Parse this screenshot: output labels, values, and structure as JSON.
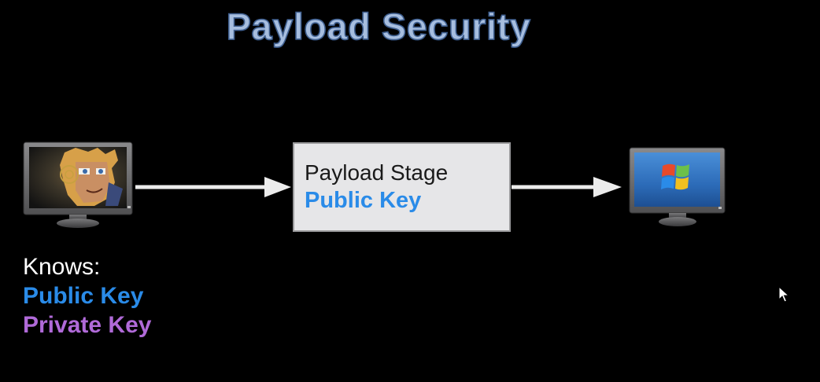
{
  "slide": {
    "title": "Payload Security"
  },
  "payload_box": {
    "line1": "Payload Stage",
    "line2": "Public Key"
  },
  "knows": {
    "heading": "Knows:",
    "items": [
      {
        "label": "Public Key"
      },
      {
        "label": "Private Key"
      }
    ]
  },
  "colors": {
    "background": "#000000",
    "title": "#a7bedf",
    "public_key": "#2a8be8",
    "private_key": "#b06ad8",
    "arrow": "#ececec",
    "box_fill": "#e6e6e8"
  },
  "icons": {
    "attacker": "attacker-monitor-icon",
    "target": "windows-monitor-icon"
  }
}
